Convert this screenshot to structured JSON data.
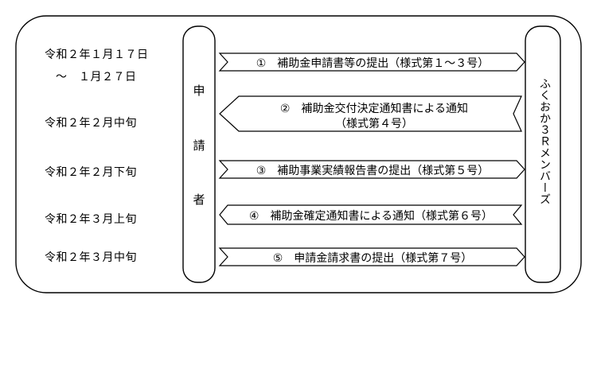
{
  "dates": [
    "令和２年１月１７日",
    "～　１月２７日",
    "令和２年２月中旬",
    "令和２年２月下旬",
    "令和２年３月上旬",
    "令和２年３月中旬"
  ],
  "applicant_chars": [
    "申",
    "請",
    "者"
  ],
  "member_label": "ふくおか３Ｒメンバーズ",
  "steps": [
    {
      "line1": "①　補助金申請書等の提出（様式第１～３号）",
      "line2": ""
    },
    {
      "line1": "②　補助金交付決定通知書による通知",
      "line2": "（様式第４号）"
    },
    {
      "line1": "③　補助事業実績報告書の提出（様式第５号）",
      "line2": ""
    },
    {
      "line1": "④　補助金確定通知書による通知（様式第６号）",
      "line2": ""
    },
    {
      "line1": "⑤　申請金請求書の提出（様式第７号）",
      "line2": ""
    }
  ],
  "colors": {
    "stroke": "#000000",
    "background": "#ffffff"
  }
}
